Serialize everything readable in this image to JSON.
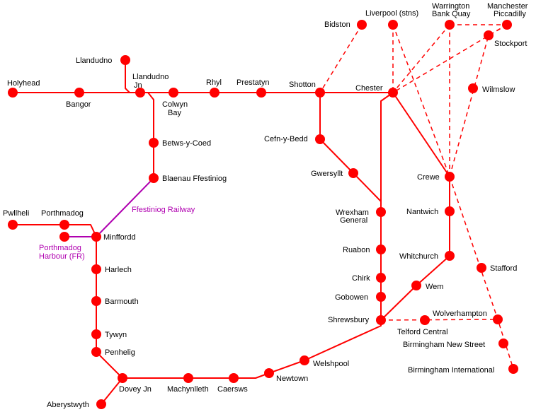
{
  "colors": {
    "line": "#ff0000",
    "station": "#ff0000",
    "heritage_line": "#b000b0",
    "background": "#ffffff"
  },
  "railway_label": "Ffestiniog Railway",
  "stations": {
    "holyhead": "Holyhead",
    "bangor": "Bangor",
    "llandudno": "Llandudno",
    "llandudno_jn": [
      "Llandudno",
      "Jn"
    ],
    "colwyn_bay": [
      "Colwyn",
      "Bay"
    ],
    "rhyl": "Rhyl",
    "prestatyn": "Prestatyn",
    "shotton": "Shotton",
    "bidston": "Bidston",
    "liverpool": "Liverpool (stns)",
    "warrington": [
      "Warrington",
      "Bank Quay"
    ],
    "manchester": [
      "Manchester",
      "Piccadilly"
    ],
    "stockport": "Stockport",
    "chester": "Chester",
    "wilmslow": "Wilmslow",
    "betws_y_coed": "Betws-y-Coed",
    "blaenau_ffestiniog": "Blaenau Ffestiniog",
    "cefn_y_bedd": "Cefn-y-Bedd",
    "gwersyllt": "Gwersyllt",
    "crewe": "Crewe",
    "pwllheli": "Pwllheli",
    "porthmadog": "Porthmadog",
    "porthmadog_harbour": [
      "Porthmadog",
      "Harbour (FR)"
    ],
    "minffordd": "Minffordd",
    "wrexham_general": [
      "Wrexham",
      "General"
    ],
    "nantwich": "Nantwich",
    "harlech": "Harlech",
    "ruabon": "Ruabon",
    "whitchurch": "Whitchurch",
    "stafford": "Stafford",
    "chirk": "Chirk",
    "wem": "Wem",
    "gobowen": "Gobowen",
    "barmouth": "Barmouth",
    "shrewsbury": "Shrewsbury",
    "wolverhampton": "Wolverhampton",
    "telford_central": "Telford Central",
    "tywyn": "Tywyn",
    "penhelig": "Penhelig",
    "birmingham_new_street": "Birmingham New Street",
    "welshpool": "Welshpool",
    "birmingham_international": "Birmingham International",
    "dovey_jn": "Dovey Jn",
    "machynlleth": "Machynlleth",
    "caersws": "Caersws",
    "newtown": "Newtown",
    "aberystwyth": "Aberystwyth"
  }
}
